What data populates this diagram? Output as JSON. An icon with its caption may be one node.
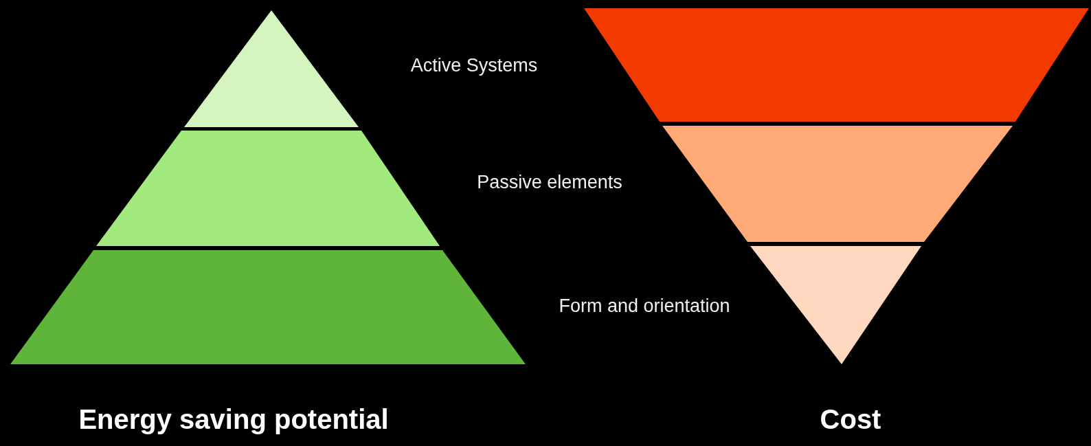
{
  "diagram": {
    "labels": [
      "Active Systems",
      "Passive elements",
      "Form and orientation",
      "Energy saving potential",
      "Cost"
    ]
  }
}
